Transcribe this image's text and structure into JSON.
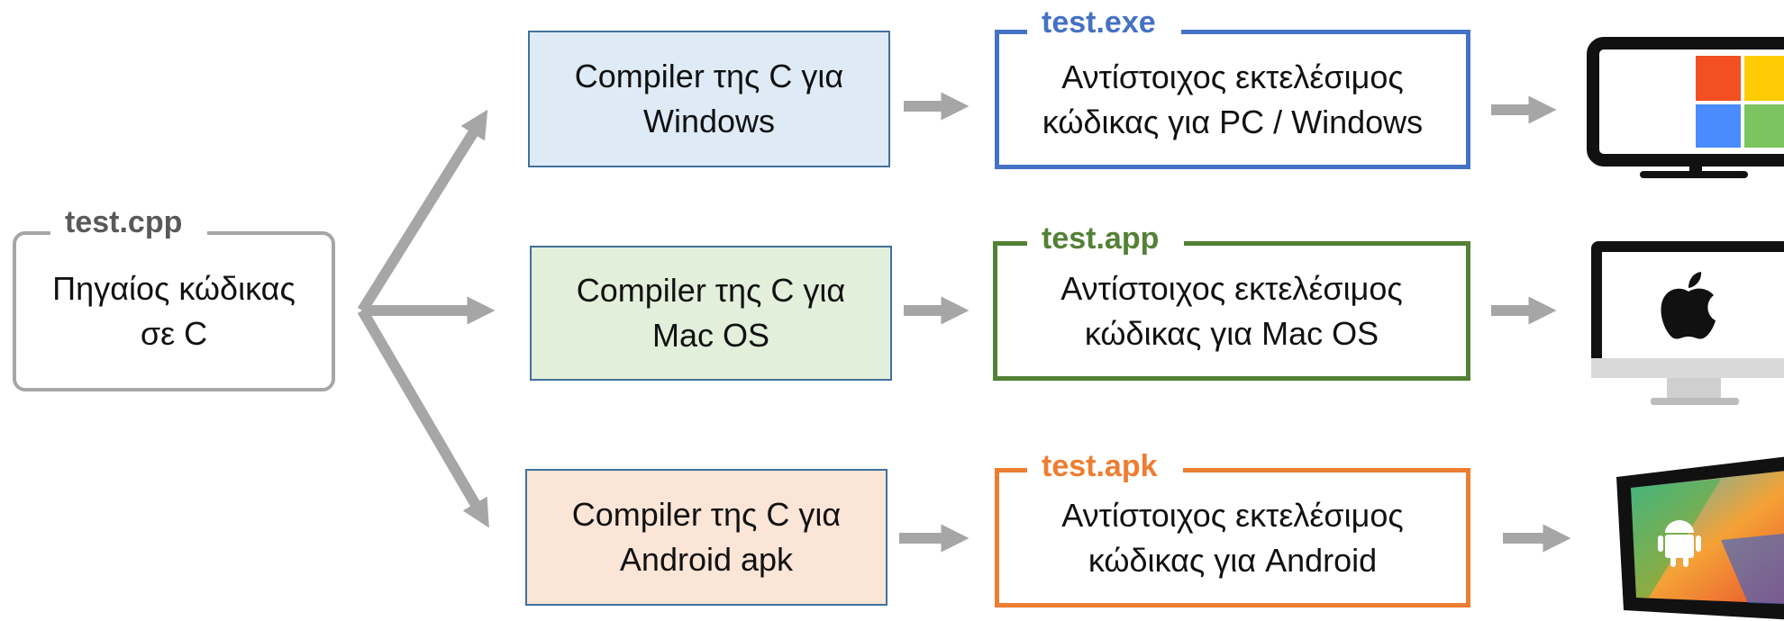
{
  "source": {
    "filename": "test.cpp",
    "line1": "Πηγαίος κώδικας",
    "line2": "σε C"
  },
  "compilers": {
    "windows": {
      "line1": "Compiler της C για",
      "line2": "Windows"
    },
    "mac": {
      "line1": "Compiler της C για",
      "line2": "Mac OS"
    },
    "android": {
      "line1": "Compiler της C για",
      "line2": "Android apk"
    }
  },
  "outputs": {
    "windows": {
      "filename": "test.exe",
      "line1": "Αντίστοιχος εκτελέσιμος",
      "line2": "κώδικας για PC / Windows"
    },
    "mac": {
      "filename": "test.app",
      "line1": "Αντίστοιχος εκτελέσιμος",
      "line2": "κώδικας για Mac OS"
    },
    "android": {
      "filename": "test.apk",
      "line1": "Αντίστοιχος εκτελέσιμος",
      "line2": "κώδικας για Android"
    }
  },
  "colors": {
    "arrow": "#a6a6a6",
    "source_border": "#a6a6a6",
    "compiler_border": "#41719c",
    "windows_fill": "#deebf7",
    "mac_fill": "#e2efda",
    "android_fill": "#fbe5d6",
    "windows_accent": "#4472c4",
    "mac_accent": "#538135",
    "android_accent": "#ed7d31",
    "filename_gray": "#595959"
  },
  "icons": {
    "windows_device": "windows-monitor-icon",
    "mac_device": "imac-apple-icon",
    "android_device": "android-tablet-icon"
  }
}
